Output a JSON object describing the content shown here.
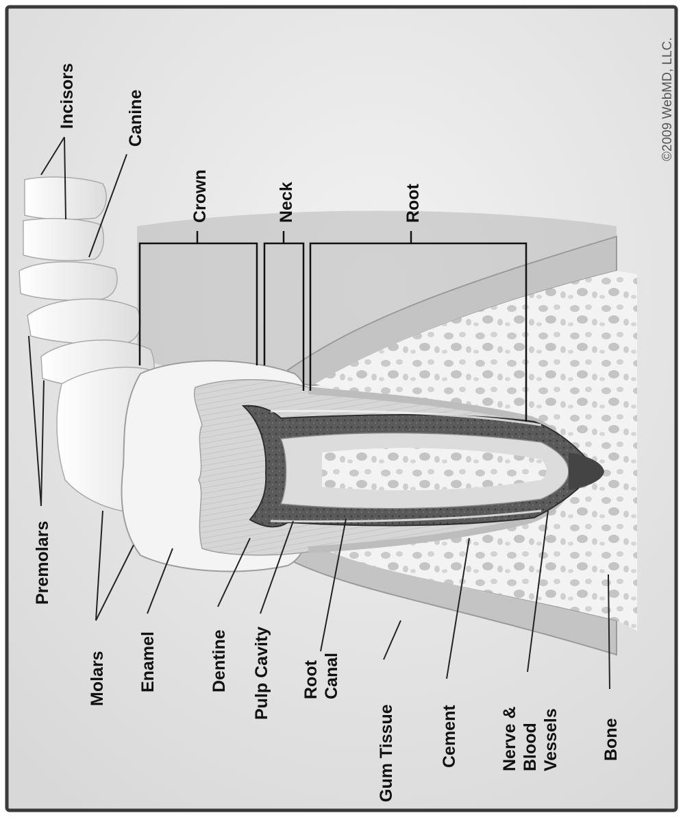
{
  "diagram": {
    "copyright": "©2009 WebMD, LLC.",
    "labels": {
      "incisors": "Incisors",
      "canine": "Canine",
      "crown": "Crown",
      "neck": "Neck",
      "root": "Root",
      "premolars": "Premolars",
      "molars": "Molars",
      "enamel": "Enamel",
      "dentine": "Dentine",
      "pulp_cavity": "Pulp Cavity",
      "root_canal_1": "Root",
      "root_canal_2": "Canal",
      "gum_tissue": "Gum Tissue",
      "cement": "Cement",
      "nerve_1": "Nerve &",
      "nerve_2": "Blood",
      "nerve_3": "Vessels",
      "bone": "Bone"
    },
    "colors": {
      "background": "#e6e6e6",
      "enamel": "#f4f4f4",
      "dentine": "#d2d2d2",
      "pulp": "#505050",
      "gum": "#bcbcbc",
      "bone": "#f0f0f0",
      "frame": "#3a3a3a"
    }
  }
}
